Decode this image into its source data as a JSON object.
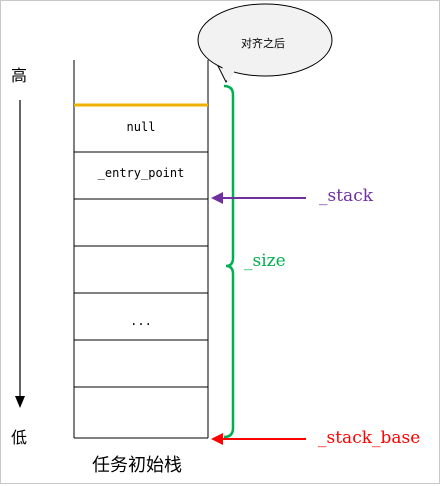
{
  "axis": {
    "high": "高",
    "low": "低"
  },
  "stack": {
    "cells": [
      "null",
      "_entry_point",
      "",
      "",
      "...",
      "",
      ""
    ],
    "caption": "任务初始栈"
  },
  "callout": {
    "text": "对齐之后"
  },
  "labels": {
    "stack_ptr": "_stack",
    "size": "_size",
    "stack_base": "_stack_base"
  },
  "colors": {
    "align_line": "#f0b000",
    "stack_arrow": "#7030a0",
    "size_brace": "#00b050",
    "base_arrow": "#ff0000"
  }
}
